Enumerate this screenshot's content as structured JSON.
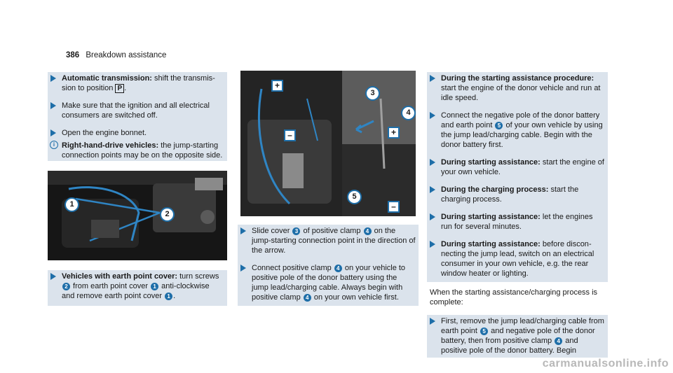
{
  "header": {
    "page_number": "386",
    "section_title": "Breakdown assistance"
  },
  "col1": {
    "step1_bold": "Automatic transmission:",
    "step1_text": " shift the transmis­sion to position ",
    "step1_gear": "P",
    "step2_text": "Make sure that the ignition and all electrical consumers are switched off.",
    "step3_text": "Open the engine bonnet.",
    "note_bold": "Right-hand-drive vehicles:",
    "note_text": " the jump-start­ing connection points may be on the oppo­site side.",
    "step4_bold": "Vehicles with earth point cover:",
    "step4_text_a": " turn screws ",
    "step4_text_b": " from earth point cover ",
    "step4_text_c": " anti-clockwise and remove earth point cover ",
    "callout1": "1",
    "callout2": "2"
  },
  "col2": {
    "fig_plus_top": "+",
    "fig_minus_left": "–",
    "fig_plus_right": "+",
    "fig_minus_bottom": "–",
    "callout3": "3",
    "callout4": "4",
    "callout5": "5",
    "step1_a": "Slide cover ",
    "step1_b": " of positive clamp ",
    "step1_c": " on the jump-starting connection point in the direc­tion of the arrow.",
    "step2_a": "Connect positive clamp ",
    "step2_b": " on your vehicle to positive pole of the donor battery using the jump lead/charging cable. Always begin with positive clamp ",
    "step2_c": " on your own vehicle first."
  },
  "col3": {
    "s1_bold": "During the starting assistance proce­dure:",
    "s1_text": " start the engine of the donor vehicle and run at idle speed.",
    "s2_a": "Connect the negative pole of the donor bat­tery and earth point ",
    "s2_b": " of your own vehicle by using the jump lead/charging cable. Begin with the donor battery first.",
    "s3_bold": "During starting assistance:",
    "s3_text": " start the engine of your own vehicle.",
    "s4_bold": "During the charging process:",
    "s4_text": " start the charging process.",
    "s5_bold": "During starting assistance:",
    "s5_text": " let the engines run for several minutes.",
    "s6_bold": "During starting assistance:",
    "s6_text": " before discon­necting the jump lead, switch on an electrical consumer in your own vehicle, e.g. the rear window heater or lighting.",
    "para": "When the starting assistance/charging process is complete:",
    "s7_a": "First, remove the jump lead/charging cable from earth point ",
    "s7_b": " and negative pole of the donor battery, then from positive clamp ",
    "s7_c": " and positive pole of the donor battery. Begin"
  },
  "watermark": "carmanualsonline.info",
  "colors": {
    "accent": "#1e6ea8",
    "block_bg": "#dbe3ec"
  }
}
